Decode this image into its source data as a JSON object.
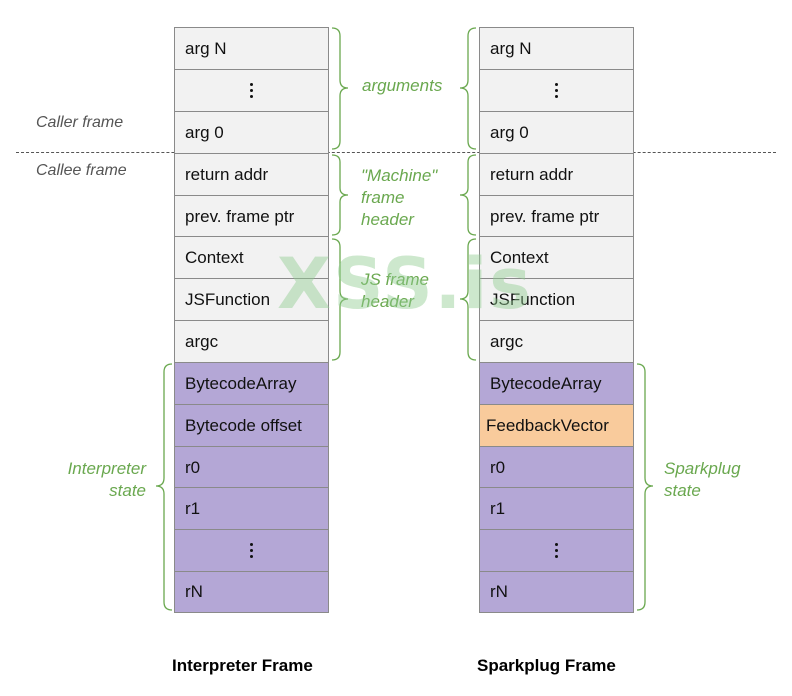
{
  "caller_frame": "Caller frame",
  "callee_frame": "Callee frame",
  "interpreter": {
    "title": "Interpreter Frame",
    "cells": [
      "arg N",
      "",
      "arg 0",
      "return addr",
      "prev. frame ptr",
      "Context",
      "JSFunction",
      "argc",
      "BytecodeArray",
      "Bytecode offset",
      "r0",
      "r1",
      "",
      "rN"
    ]
  },
  "sparkplug": {
    "title": "Sparkplug Frame",
    "cells": [
      "arg N",
      "",
      "arg 0",
      "return addr",
      "prev. frame ptr",
      "Context",
      "JSFunction",
      "argc",
      "BytecodeArray",
      "FeedbackVector",
      "r0",
      "r1",
      "",
      "rN"
    ]
  },
  "annotations": {
    "arguments": "arguments",
    "machine_frame_header": [
      "\"Machine\"",
      "frame",
      "header"
    ],
    "js_frame_header": [
      "JS frame",
      "header"
    ],
    "interpreter_state": [
      "Interpreter",
      "state"
    ],
    "sparkplug_state": [
      "Sparkplug",
      "state"
    ]
  },
  "watermark": "XSS.is",
  "colors": {
    "grey": "#f2f2f2",
    "purple": "#b4a7d6",
    "orange": "#f9cb9c",
    "green": "#6aa84f"
  }
}
